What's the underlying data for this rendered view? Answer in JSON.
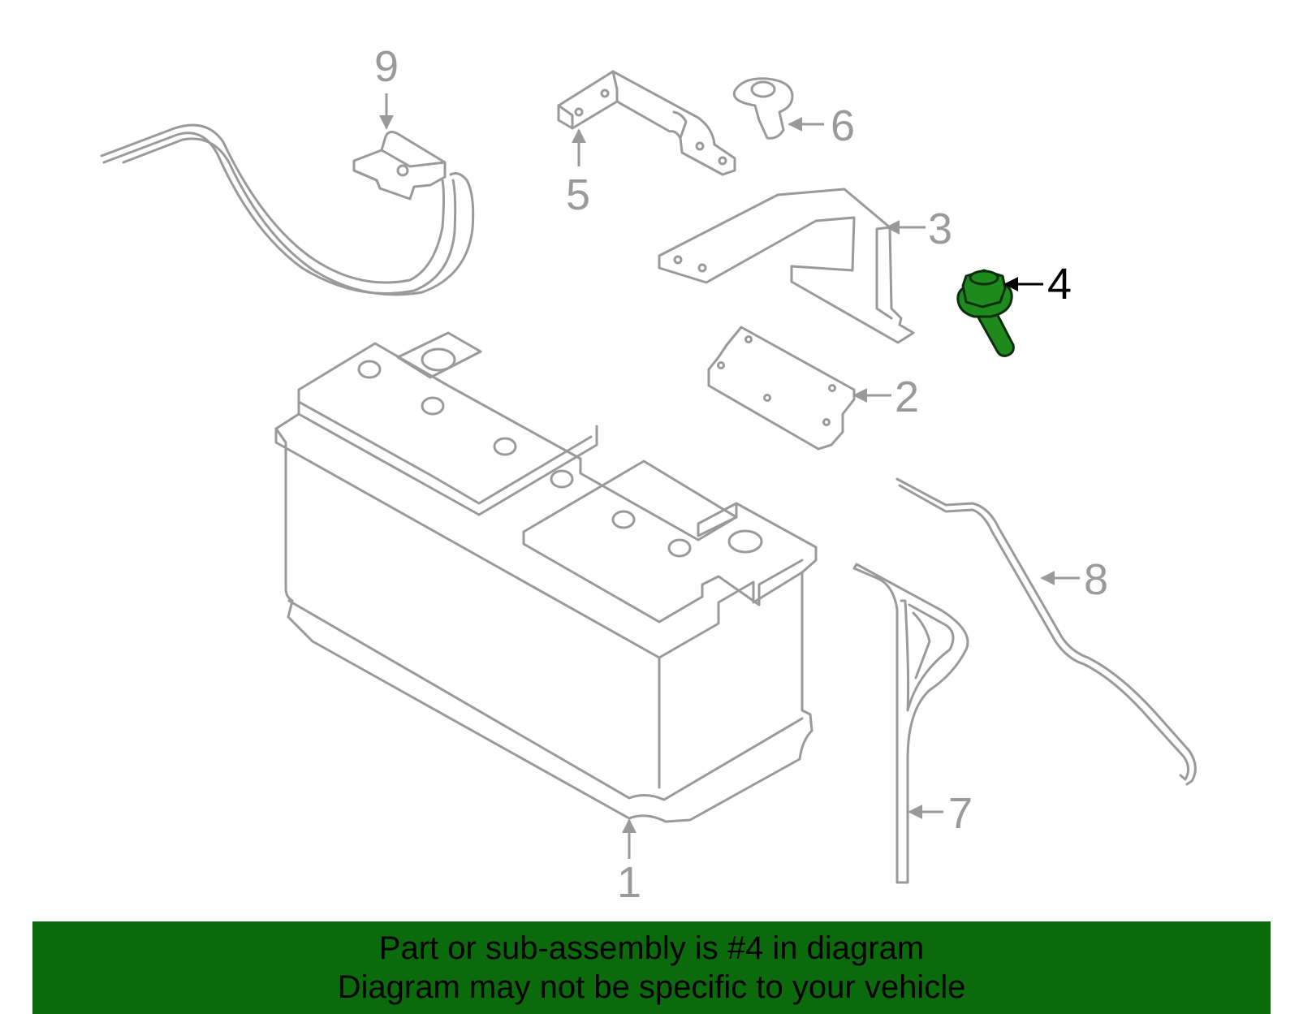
{
  "colors": {
    "line": "#9a9a9a",
    "highlight_fill": "#1e8a1e",
    "banner_bg": "#0b6a0b",
    "banner_text": "#000000"
  },
  "callouts": [
    {
      "id": "1",
      "label": "1"
    },
    {
      "id": "2",
      "label": "2"
    },
    {
      "id": "3",
      "label": "3"
    },
    {
      "id": "4",
      "label": "4",
      "highlighted": true
    },
    {
      "id": "5",
      "label": "5"
    },
    {
      "id": "6",
      "label": "6"
    },
    {
      "id": "7",
      "label": "7"
    },
    {
      "id": "8",
      "label": "8"
    },
    {
      "id": "9",
      "label": "9"
    }
  ],
  "banner": {
    "line1": "Part or sub-assembly is #4 in diagram",
    "line2": "Diagram may not be specific to your vehicle"
  }
}
